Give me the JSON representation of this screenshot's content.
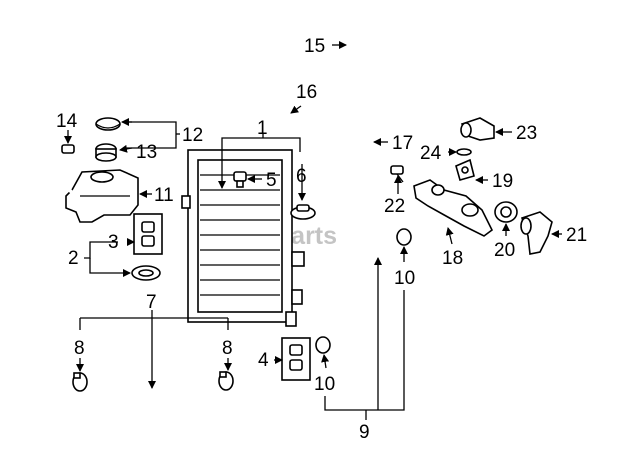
{
  "watermark": "vparts",
  "callouts": {
    "n1": "1",
    "n2": "2",
    "n3a": "3",
    "n4": "4",
    "n5": "5",
    "n6": "6",
    "n7": "7",
    "n8a": "8",
    "n8b": "8",
    "n9": "9",
    "n10a": "10",
    "n10b": "10",
    "n11": "11",
    "n12": "12",
    "n13": "13",
    "n14": "14",
    "n15": "15",
    "n16": "16",
    "n17": "17",
    "n18": "18",
    "n19": "19",
    "n20": "20",
    "n21": "21",
    "n22": "22",
    "n23": "23",
    "n24": "24"
  }
}
